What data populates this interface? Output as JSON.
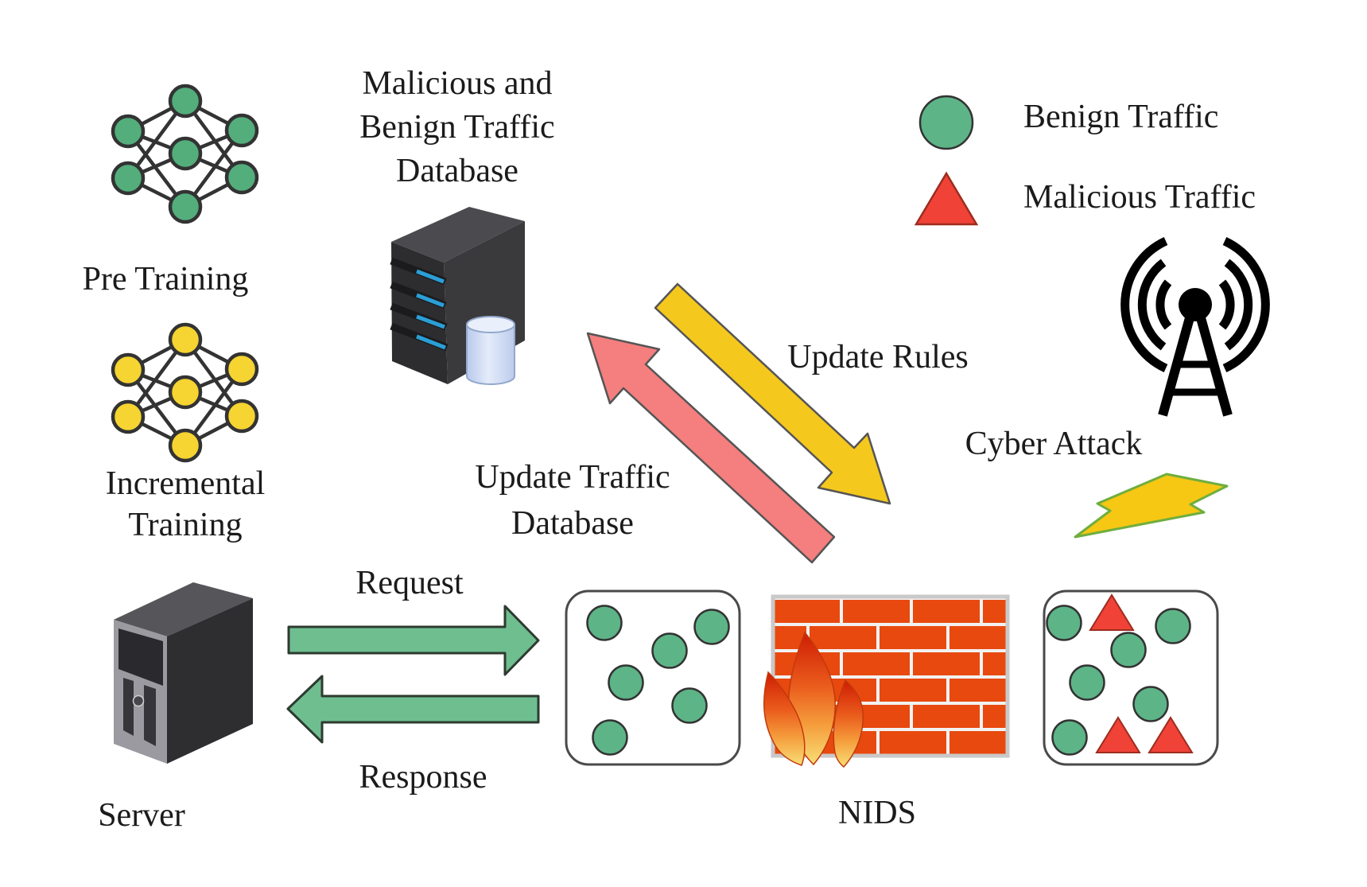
{
  "diagram": {
    "pre_training": {
      "label": "Pre Training"
    },
    "incremental_training": {
      "lines": [
        "Incremental",
        "Training"
      ]
    },
    "traffic_database": {
      "lines": [
        "Malicious and",
        "Benign Traffic",
        "Database"
      ]
    },
    "server": {
      "label": "Server"
    },
    "nids": {
      "label": "NIDS"
    },
    "cyber_attack": {
      "label": "Cyber Attack"
    },
    "arrows": {
      "request": {
        "label": "Request"
      },
      "response": {
        "label": "Response"
      },
      "update_rules": {
        "label": "Update Rules"
      },
      "update_traffic_database": {
        "lines": [
          "Update Traffic",
          "Database"
        ]
      }
    },
    "legend": {
      "items": [
        {
          "icon": "benign-circle",
          "label": "Benign Traffic",
          "color": "#5db487"
        },
        {
          "icon": "malicious-triangle",
          "label": "Malicious Traffic",
          "color": "#f04237"
        }
      ]
    },
    "colors": {
      "benign_green": "#5db487",
      "malicious_red": "#f04237",
      "pretrain_node_green": "#53ae7c",
      "incremental_node_yellow": "#f6d431",
      "request_arrow_green": "#6fbe90",
      "update_traffic_arrow_red": "#f57e7e",
      "update_rules_arrow_yellow": "#f5c81d",
      "firewall_brick_orange": "#e8490f",
      "database_led_blue": "#2a9fd8",
      "lightning_yellow": "#f6c713",
      "lightning_outline_green": "#6fae3e"
    }
  }
}
